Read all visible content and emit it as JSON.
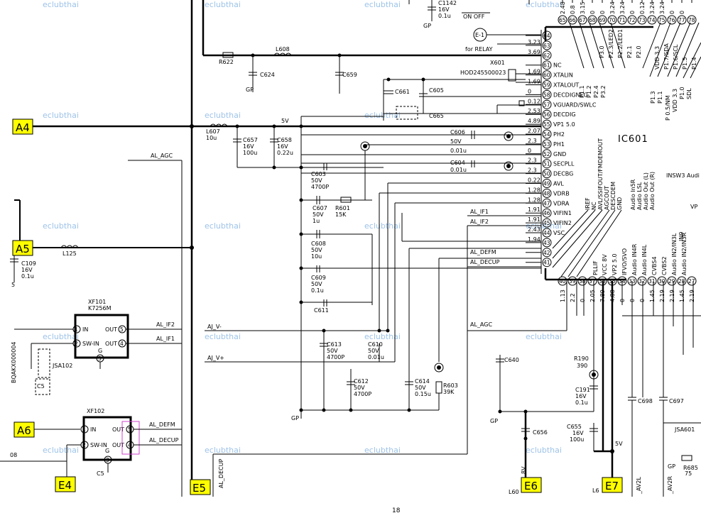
{
  "connectors": {
    "a4": "A4",
    "a5": "A5",
    "a6": "A6",
    "e4": "E4",
    "e5": "E5",
    "e6": "E6",
    "e7": "E7"
  },
  "ic": {
    "name": "IC601",
    "left_pins": [
      {
        "num": "64",
        "sig": "",
        "v": ""
      },
      {
        "num": "63",
        "sig": "",
        "v": "3.23"
      },
      {
        "num": "62",
        "sig": "",
        "v": "3.69"
      },
      {
        "num": "61",
        "sig": "NC",
        "v": ""
      },
      {
        "num": "60",
        "sig": "XTALIN",
        "v": "1.69"
      },
      {
        "num": "59",
        "sig": "XTALOUT",
        "v": "1.69"
      },
      {
        "num": "58",
        "sig": "DECDIGNEG",
        "v": "0"
      },
      {
        "num": "57",
        "sig": "VGUARD/SWLC",
        "v": "0.12"
      },
      {
        "num": "56",
        "sig": "DECDIG",
        "v": "2.53"
      },
      {
        "num": "55",
        "sig": "VP1 5.0",
        "v": "4.89"
      },
      {
        "num": "54",
        "sig": "PH2",
        "v": "2.07"
      },
      {
        "num": "53",
        "sig": "PH1",
        "v": "2.3"
      },
      {
        "num": "52",
        "sig": "GND",
        "v": "0"
      },
      {
        "num": "51",
        "sig": "SECPLL",
        "v": "2.3"
      },
      {
        "num": "50",
        "sig": "DECBG",
        "v": "2.3"
      },
      {
        "num": "49",
        "sig": "AVL",
        "v": "0.22"
      },
      {
        "num": "48",
        "sig": "VDRB",
        "v": "1.28"
      },
      {
        "num": "47",
        "sig": "VDRA",
        "v": "1.28"
      },
      {
        "num": "46",
        "sig": "VIFIN1",
        "v": "1.91"
      },
      {
        "num": "45",
        "sig": "VIFIN2",
        "v": "1.91"
      },
      {
        "num": "44",
        "sig": "VSC",
        "v": "2.43"
      },
      {
        "num": "43",
        "sig": "",
        "v": "1.94"
      },
      {
        "num": "42",
        "sig": "",
        "v": ""
      },
      {
        "num": "41",
        "sig": "",
        "v": ""
      }
    ],
    "top_pins": [
      "65",
      "66",
      "67",
      "68",
      "69",
      "70",
      "71",
      "72",
      "73",
      "74",
      "75",
      "76",
      "77",
      "78"
    ],
    "top_volts": [
      "2.48",
      "0.8",
      "3.15",
      "0",
      "0",
      "3.24",
      "3.24",
      "0",
      "0.12",
      "3.24",
      "3.24",
      "0",
      "0",
      ""
    ],
    "top_sigs": [
      "P1.1",
      "P1.2",
      "P2.4",
      "P3.2",
      "P3.0",
      "P2.3/LED2",
      "P2.2/LED1",
      "P2.1",
      "P2.0",
      "VDD 3.3",
      "P1.7/SDA",
      "P1.6/SCL",
      "P1.5",
      "P1.4"
    ],
    "bottom_pins": [
      "40",
      "39",
      "38",
      "37",
      "36",
      "35",
      "34",
      "33",
      "32",
      "31",
      "30",
      "29",
      "28",
      "27"
    ],
    "bottom_volts": [
      "1.13",
      "2.2",
      "0",
      "2.05",
      "7.89",
      "4.88",
      "0",
      "0",
      "0",
      "1.45",
      "2.19",
      "2.19",
      "1.45",
      "2.19"
    ],
    "bottom_sigs": [
      "PLLIF",
      "VCC 8V",
      "VP2 5.0",
      "IFVO/SVO",
      "Audio IN4R",
      "Audio IN4L",
      "CVBS4",
      "CVBS2",
      "Audio IN2/IN3L",
      "Audio IN2/IN3R"
    ],
    "side_sigs": [
      "IREF",
      "NC",
      "AVL/SSIFOUT/FMDEMOUT",
      "AGCOUT",
      "DESCDEM",
      "GND"
    ],
    "audio_sigs": [
      "Audio In5R",
      "Audio LSL",
      "Audio Out (L)",
      "Audio Out (R)"
    ],
    "right_labels": [
      "P1.3",
      "P1.1",
      "P 0.5/NM",
      "VDD 3.3",
      "P1.0",
      "SDL"
    ],
    "insw3": "INSW3 Audi",
    "vp_label": "VP",
    "n9": "IN9"
  },
  "components": {
    "c1142": [
      "C1142",
      "16V",
      "0.1u"
    ],
    "on_off": "ON OFF",
    "e1": "E-1",
    "relay": "for RELAY",
    "r622": "R622",
    "l608": "L608",
    "c624": "C624",
    "c659": "C659",
    "x601": "X601",
    "crystal": "HOD245500023",
    "c661": "C661",
    "c605": "C605",
    "c665": "C665",
    "sup5v": "5V",
    "l607": [
      "L607",
      "10u"
    ],
    "c657": [
      "C657",
      "16V",
      "100u"
    ],
    "c658": [
      "C658",
      "16V",
      "0.22u"
    ],
    "c606": [
      "C606",
      "50V",
      "0.01u"
    ],
    "c604": "C604",
    "c603": [
      "C603",
      "50V",
      "4700P"
    ],
    "c607": [
      "C607",
      "50V",
      "1u"
    ],
    "r601": [
      "R601",
      "15K"
    ],
    "c608": [
      "C608",
      "50V",
      "10u"
    ],
    "c609": [
      "C609",
      "50V",
      "0.1u"
    ],
    "c611": "C611",
    "al_agc": "AL_AGC",
    "al_if1": "AL_IF1",
    "al_if2": "AL_IF2",
    "al_defm": "AL_DEFM",
    "al_decup": "AL_DECUP",
    "l125": "L125",
    "c109": [
      "C109",
      "16V",
      "0.1u"
    ],
    "xf101": [
      "XF101",
      "K7256M"
    ],
    "xf102": "XF102",
    "in": "IN",
    "sw_in": "SW-IN",
    "out": "OUT",
    "g": "G",
    "jsa102": "JSA102",
    "c5": "C5",
    "bqa": "BQAKX000004",
    "aj_v_minus": "AJ_V-",
    "aj_v_plus": "AJ_V+",
    "c613": [
      "C613",
      "50V",
      "4700P"
    ],
    "c610": [
      "C610",
      "50V",
      "0.01u"
    ],
    "c612": [
      "C612",
      "50V",
      "4700P"
    ],
    "c614": [
      "C614",
      "50V",
      "0.15u"
    ],
    "r603": [
      "R603",
      "39K"
    ],
    "c640": "C640",
    "r190": [
      "R190",
      "390"
    ],
    "c191": [
      "C191",
      "16V",
      "0.1u"
    ],
    "c656": "C656",
    "c655": [
      "C655",
      "16V",
      "100u"
    ],
    "c698": "C698",
    "c697": "C697",
    "jsa601": "JSA601",
    "r685": [
      "R685",
      "75"
    ],
    "gp": "GP",
    "v8": "8V",
    "v5": "5V",
    "l60": "L60",
    "l6": "L6",
    "av2l": "_AV2L",
    "av2r": "_AV2R",
    "al_decup_v": "AL_DECUP",
    "num_5": "5",
    "num_08": "08",
    "page": "18"
  },
  "watermark": "eclubthai",
  "colors": {
    "connector_fill": "#ffff00",
    "watermark": "#9ec3e8",
    "highlight": "#cc44cc"
  }
}
